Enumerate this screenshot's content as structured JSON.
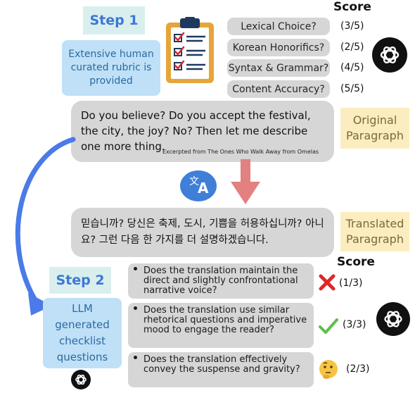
{
  "step1": {
    "label": "Step 1",
    "rubric_text": "Extensive human curated rubric is provided",
    "score_header": "Score",
    "criteria": [
      {
        "label": "Lexical Choice?",
        "score": "(3/5)"
      },
      {
        "label": "Korean Honorifics?",
        "score": "(2/5)"
      },
      {
        "label": "Syntax & Grammar?",
        "score": "(4/5)"
      },
      {
        "label": "Content Accuracy?",
        "score": "(5/5)"
      }
    ]
  },
  "original": {
    "text": "Do you believe? Do you accept the festival, the city, the joy? No? Then let me describe one more thing.",
    "source": "Excerpted from  The Ones Who Walk Away from Omelas",
    "tag": "Original Paragraph"
  },
  "translation_icon": {
    "glyph_left": "文",
    "glyph_right": "A"
  },
  "translated": {
    "text": "믿습니까? 당신은 축제, 도시, 기쁨을 허용하십니까? 아니요? 그런 다음 한 가지를 더 설명하겠습니다.",
    "tag": "Translated Paragraph"
  },
  "step2": {
    "label": "Step 2",
    "llm_text": "LLM generated checklist questions",
    "score_header": "Score",
    "questions": [
      {
        "text": "Does the translation maintain the direct and slightly confrontational narrative voice?",
        "score": "(1/3)",
        "mark": "cross-icon"
      },
      {
        "text": "Does the translation use similar rhetorical questions and imperative mood to engage the reader?",
        "score": "(3/3)",
        "mark": "check-icon"
      },
      {
        "text": "Does the translation effectively convey the suspense and gravity?",
        "score": "(2/3)",
        "mark": "thinking-face-icon"
      }
    ]
  },
  "colors": {
    "step_badge_bg": "#d9efee",
    "step_text": "#3d77d6",
    "rubric_bg": "#bfe0f6",
    "pill_bg": "#d6d6d6",
    "tag_bg": "#fbedbf",
    "arrow_blue": "#4a7be8",
    "arrow_red": "#e38080",
    "cross": "#e02727",
    "check": "#5cc04a"
  }
}
